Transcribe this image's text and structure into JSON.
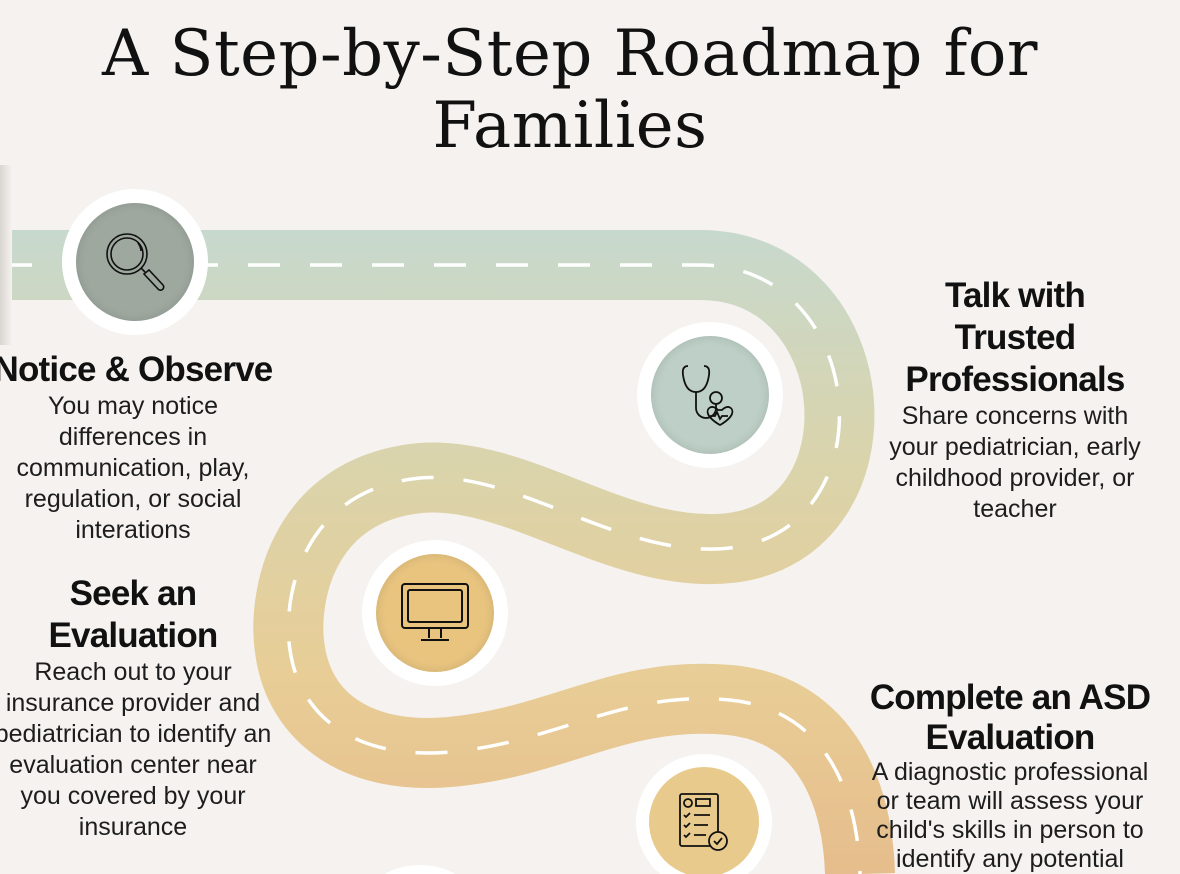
{
  "title": {
    "lines": [
      "A Step-by-Step Roadmap for",
      "Families"
    ]
  },
  "colors": {
    "road_top": "#c6d9cf",
    "road_mid": "#d9d4ad",
    "road_low": "#e8cd96",
    "road_bottom": "#e6bd8c",
    "background": "#f5f2ef"
  },
  "steps": [
    {
      "icon": "magnifying-glass-icon",
      "color": "#9ea89f",
      "heading": [
        "Notice & Observe"
      ],
      "body": [
        "You may notice",
        "differences in",
        "communication, play,",
        "regulation, or social",
        "interations"
      ]
    },
    {
      "icon": "stethoscope-icon",
      "color": "#bdcfc6",
      "heading": [
        "Talk with",
        "Trusted",
        "Professionals"
      ],
      "body": [
        "Share concerns with",
        "your pediatrician, early",
        "childhood provider, or",
        "teacher"
      ]
    },
    {
      "icon": "computer-monitor-icon",
      "color": "#e8c47f",
      "heading": [
        "Seek an",
        "Evaluation"
      ],
      "body": [
        "Reach out to your",
        "insurance provider and",
        "pediatrician to identify an",
        "evaluation center near",
        "you covered by your",
        "insurance"
      ]
    },
    {
      "icon": "checklist-icon",
      "color": "#e8cb8c",
      "heading": [
        "Complete an ASD",
        "Evaluation"
      ],
      "body": [
        "A diagnostic professional",
        "or team will assess your",
        "child's skills in person to",
        "identify any potential"
      ]
    }
  ]
}
